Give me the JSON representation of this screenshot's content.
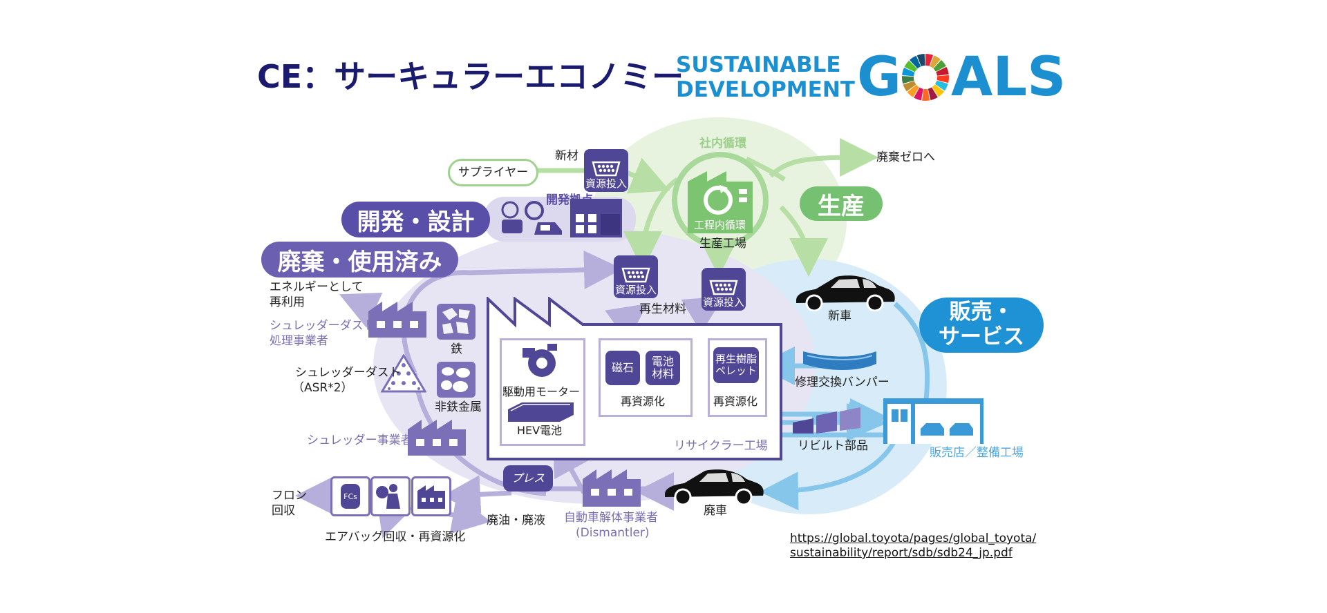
{
  "header": {
    "title": "CE：サーキュラーエコノミー",
    "sdg_line1": "SUSTAINABLE",
    "sdg_line2": "DEVELOPMENT",
    "sdg_goals_prefix": "G",
    "sdg_goals_suffix": "ALS"
  },
  "stages": {
    "design": "開発・設計",
    "disposal": "廃棄・使用済み",
    "production": "生産",
    "sales_line1": "販売・",
    "sales_line2": "サービス"
  },
  "labels": {
    "supplier": "サプライヤー",
    "new_material": "新材",
    "resource_input": "資源投入",
    "dev_base": "開発拠点",
    "internal_cycle": "社内循環",
    "process_cycle": "工程内循環",
    "production_plant": "生産工場",
    "zero_waste": "廃棄ゼロへ",
    "new_car": "新車",
    "energy_line1": "エネルギーとして",
    "energy_line2": "再利用",
    "shredder_dust_proc_line1": "シュレッダーダスト",
    "shredder_dust_proc_line2": "処理事業者",
    "iron": "鉄",
    "shredder_dust": "シュレッダーダスト",
    "asr": "（ASR*2）",
    "nonferrous": "非鉄金属",
    "shredder_operator": "シュレッダー事業者",
    "recycled_material": "再生材料",
    "drive_motor": "駆動用モーター",
    "hev_battery": "HEV電池",
    "magnet": "磁石",
    "battery_material_line1": "電池",
    "battery_material_line2": "材料",
    "recycling_1": "再資源化",
    "pellet_line1": "再生樹脂",
    "pellet_line2": "ペレット",
    "recycling_2": "再資源化",
    "recycler_plant": "リサイクラー工場",
    "repair_bumper": "修理交換バンパー",
    "rebuilt_parts": "リビルト部品",
    "dealer": "販売店／整備工場",
    "press": "プレス",
    "scrap_car": "廃車",
    "dismantler_line1": "自動車解体事業者",
    "dismantler_line2": "(Dismantler)",
    "freon_line1": "フロン",
    "freon_line2": "回収",
    "fcs": "FCs",
    "airbag": "エアバッグ回収・再資源化",
    "waste_oil": "廃油・廃液"
  },
  "source": {
    "line1": "https://global.toyota/pages/global_toyota/",
    "line2": "sustainability/report/sdb/sdb24_jp.pdf"
  },
  "colors": {
    "navy": "#1a1a6e",
    "purple": "#6a5fb0",
    "dark_purple": "#4f4696",
    "light_purple": "#e4e1f2",
    "green": "#76c071",
    "light_green": "#e6f3dd",
    "blue": "#1f92d6",
    "light_blue": "#d6ecf8",
    "sdg_blue": "#1c8fd0"
  }
}
